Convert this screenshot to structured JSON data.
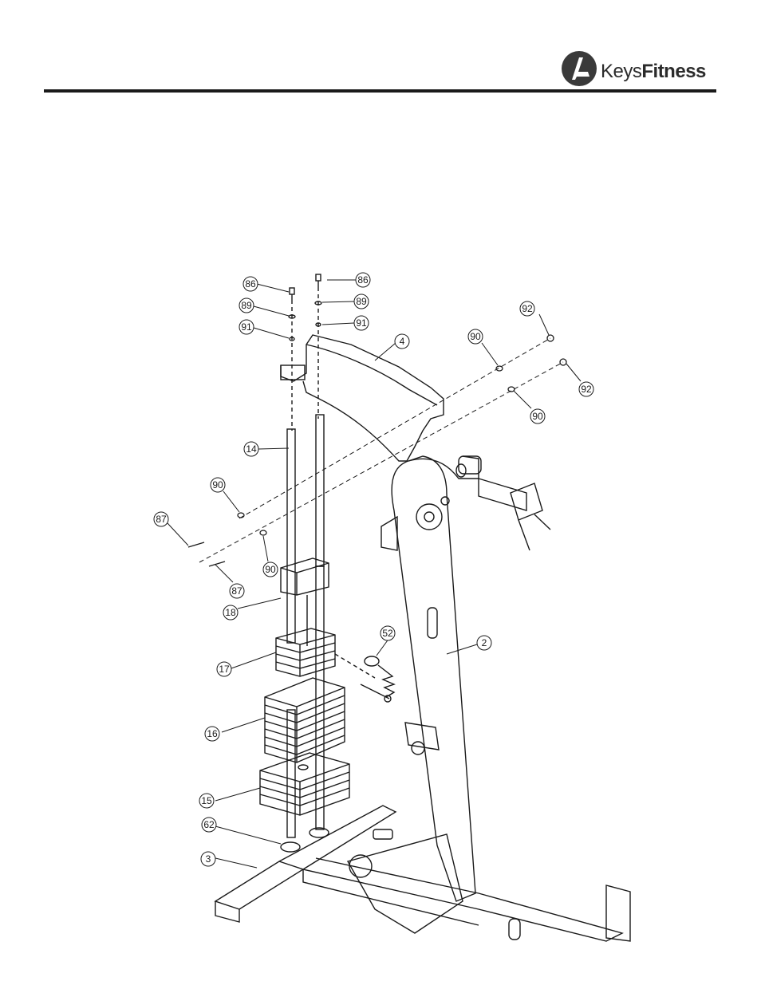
{
  "header": {
    "brand_part1": "Keys",
    "brand_part2": "Fitness"
  },
  "diagram": {
    "callouts": {
      "c86a": "86",
      "c86b": "86",
      "c89a": "89",
      "c89b": "89",
      "c91a": "91",
      "c91b": "91",
      "c4": "4",
      "c90a": "90",
      "c90b": "90",
      "c90c": "90",
      "c90d": "90",
      "c92a": "92",
      "c92b": "92",
      "c14": "14",
      "c87a": "87",
      "c87b": "87",
      "c18": "18",
      "c52": "52",
      "c2": "2",
      "c17": "17",
      "c16": "16",
      "c15": "15",
      "c62": "62",
      "c3": "3"
    }
  }
}
